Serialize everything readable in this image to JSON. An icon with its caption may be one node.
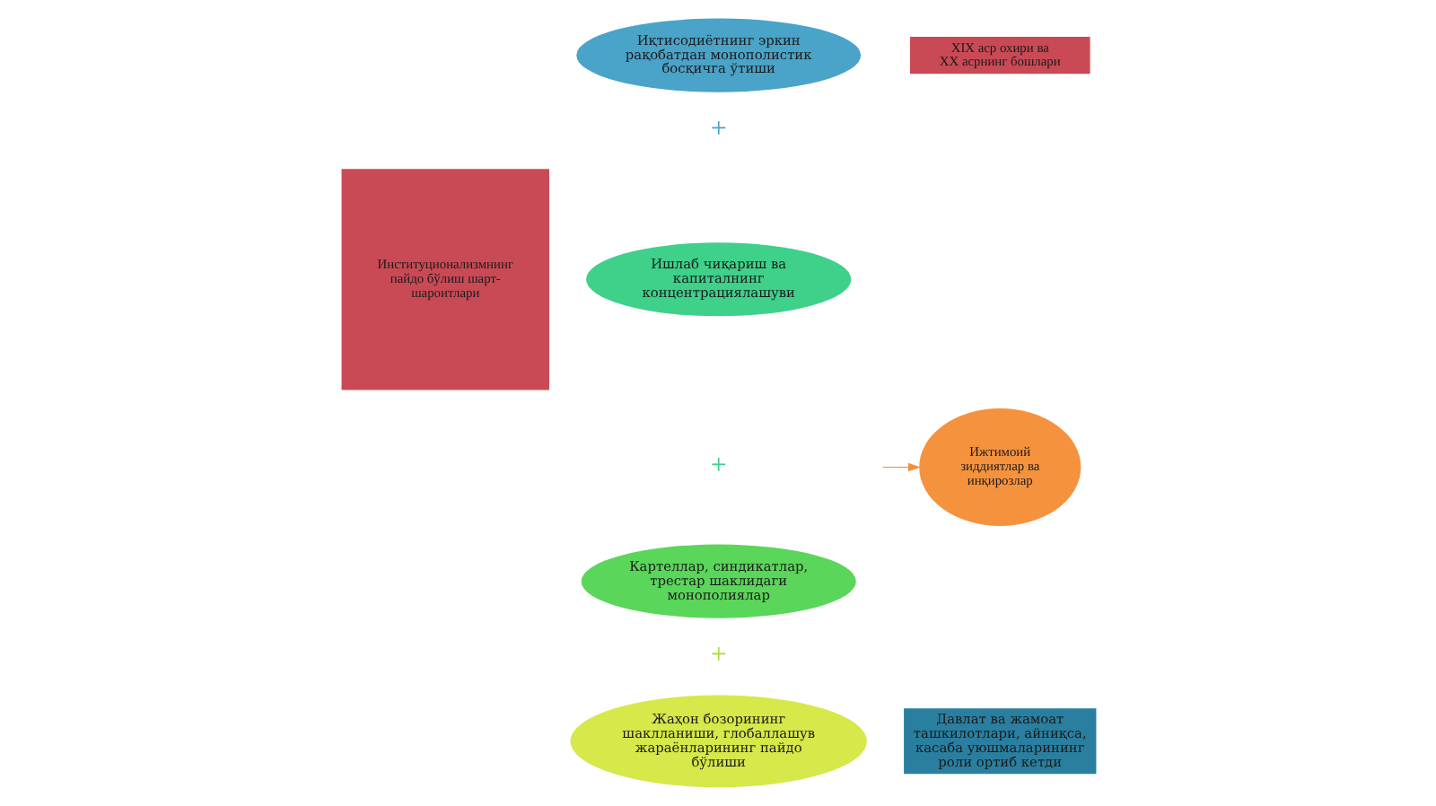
{
  "diagram": {
    "nodes": [
      {
        "text": [
          "Институционализмнинг пайдо бўлиш шарт-шароитлари"
        ]
      },
      {
        "text": [
          "Иқтисодиётнинг эркин рақобатдан монополистик босқичга ўтиши"
        ]
      },
      {
        "text": [
          "Ишлаб чиқариш ва капиталнинг концентрациялашуви"
        ]
      },
      {
        "text": [
          "Картеллар, синдикатлар, трестар шаклидаги монополиялар"
        ]
      },
      {
        "text": [
          "Жаҳон бозорининг шаклланиши, глобаллашув жараёнларининг пайдо бўлиши"
        ]
      },
      {
        "text": [
          "XIX аср охири ва XX асрнинг бошлари"
        ]
      },
      {
        "text": [
          "Ижтимоий зиддиятлар ва инқирозлар"
        ]
      },
      {
        "text": [
          "Давлат ва жамоат ташкилотлари, айниқса, касаба уюшмаларининг роли ортиб кетди"
        ]
      }
    ],
    "edges": [
      {
        "from": null,
        "to": 6,
        "arrow": "to",
        "color": "#f0913a"
      }
    ],
    "labels": [
      "+",
      "+",
      "+"
    ]
  }
}
